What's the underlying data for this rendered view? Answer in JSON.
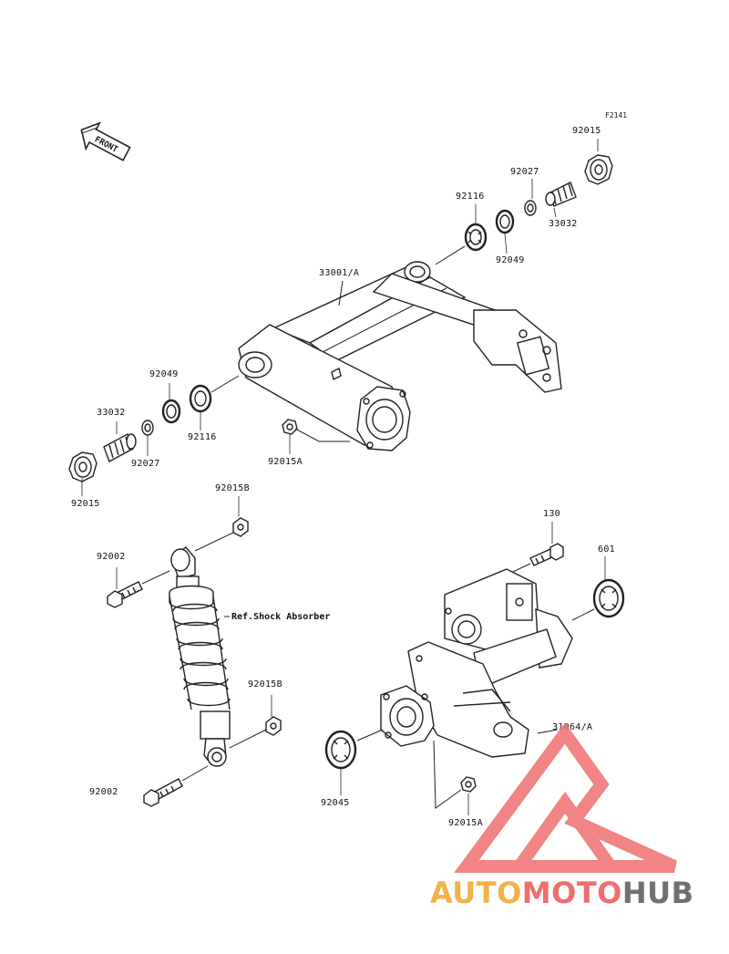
{
  "figure_code": "F2141",
  "front_label": "FRONT",
  "ref_label": "Ref.Shock Absorber",
  "parts": [
    {
      "id": "p1",
      "number": "92015"
    },
    {
      "id": "p2",
      "number": "92027"
    },
    {
      "id": "p3",
      "number": "92116"
    },
    {
      "id": "p4",
      "number": "33032"
    },
    {
      "id": "p5",
      "number": "92049"
    },
    {
      "id": "p6",
      "number": "33001/A"
    },
    {
      "id": "p7",
      "number": "92049"
    },
    {
      "id": "p8",
      "number": "33032"
    },
    {
      "id": "p9",
      "number": "92116"
    },
    {
      "id": "p10",
      "number": "92027"
    },
    {
      "id": "p11",
      "number": "92015A"
    },
    {
      "id": "p12",
      "number": "92015"
    },
    {
      "id": "p13",
      "number": "92015B"
    },
    {
      "id": "p14",
      "number": "130"
    },
    {
      "id": "p15",
      "number": "92002"
    },
    {
      "id": "p16",
      "number": "601"
    },
    {
      "id": "p17",
      "number": "92015B"
    },
    {
      "id": "p18",
      "number": "31064/A"
    },
    {
      "id": "p19",
      "number": "92002"
    },
    {
      "id": "p20",
      "number": "92045"
    },
    {
      "id": "p21",
      "number": "92015A"
    }
  ],
  "watermark": {
    "word1": "AUTO",
    "word2": "MOTO",
    "word3": "HUB"
  },
  "colors": {
    "line": "#222222",
    "logo_red": "#ef6f6f",
    "logo_orange": "#f2b24a",
    "logo_gray": "#707070"
  }
}
